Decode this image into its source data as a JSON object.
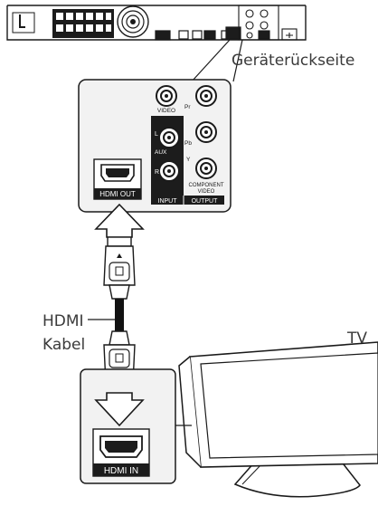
{
  "labels": {
    "rear_panel": "Geräterückseite",
    "cable_line1": "HDMI",
    "cable_line2": "Kabel",
    "tv": "TV"
  },
  "device_ports": {
    "video": "VIDEO",
    "pr": "Pr",
    "pb": "Pb",
    "y": "Y",
    "l": "L",
    "aux": "AUX",
    "r": "R",
    "component_line1": "COMPONENT",
    "component_line2": "VIDEO",
    "hdmi_out": "HDMI OUT",
    "input": "INPUT",
    "output": "OUTPUT"
  },
  "tv_ports": {
    "hdmi_in": "HDMI IN"
  },
  "colors": {
    "line": "#1a1a1a",
    "panel_fill": "#ffffff",
    "panel_dark": "#1c1c1c",
    "inset_fill": "#f2f2f2",
    "cable_dark": "#111111"
  }
}
